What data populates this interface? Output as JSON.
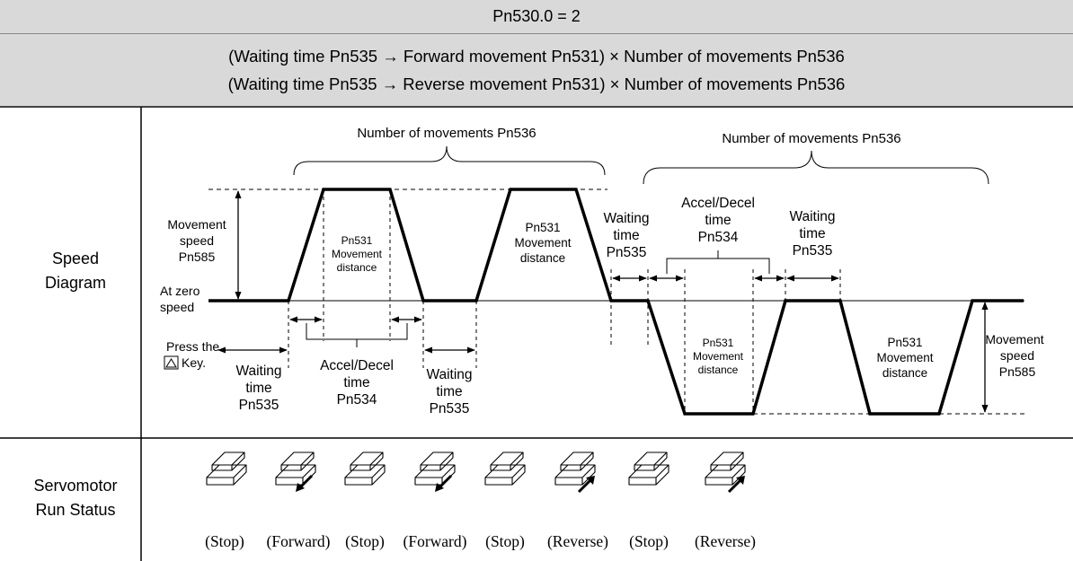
{
  "header": {
    "title": "Pn530.0 = 2",
    "formula_line1": "(Waiting time Pn535 → Forward movement Pn531) × Number of movements Pn536",
    "formula_line2": "(Waiting time Pn535 → Reverse movement Pn531) × Number of movements Pn536"
  },
  "rows": {
    "speed_diagram": [
      "Speed",
      "Diagram"
    ],
    "run_status": [
      "Servomotor",
      "Run Status"
    ]
  },
  "labels": {
    "num_movements_fwd": "Number of movements Pn536",
    "num_movements_rev": "Number of movements Pn536",
    "movement_speed_left": [
      "Movement",
      "speed",
      "Pn585"
    ],
    "at_zero_speed": [
      "At zero",
      "speed"
    ],
    "press_key": [
      "Press the",
      "Key."
    ],
    "waiting_1": [
      "Waiting",
      "time",
      "Pn535"
    ],
    "accel_decel_fwd": [
      "Accel/Decel",
      "time",
      "Pn534"
    ],
    "waiting_2": [
      "Waiting",
      "time",
      "Pn535"
    ],
    "waiting_3": [
      "Waiting",
      "time",
      "Pn535"
    ],
    "accel_decel_rev": [
      "Accel/Decel",
      "time",
      "Pn534"
    ],
    "waiting_4": [
      "Waiting",
      "time",
      "Pn535"
    ],
    "movement_speed_right": [
      "Movement",
      "speed",
      "Pn585"
    ],
    "move_dist_fwd1": [
      "Pn531",
      "Movement",
      "distance"
    ],
    "move_dist_fwd2": [
      "Pn531",
      "Movement",
      "distance"
    ],
    "move_dist_rev1": [
      "Pn531",
      "Movement",
      "distance"
    ],
    "move_dist_rev2": [
      "Pn531",
      "Movement",
      "distance"
    ]
  },
  "status": [
    "(Stop)",
    "(Forward)",
    "(Stop)",
    "(Forward)",
    "(Stop)",
    "(Reverse)",
    "(Stop)",
    "(Reverse)"
  ],
  "status_motion": [
    "none",
    "forward",
    "none",
    "forward",
    "none",
    "reverse",
    "none",
    "reverse"
  ]
}
